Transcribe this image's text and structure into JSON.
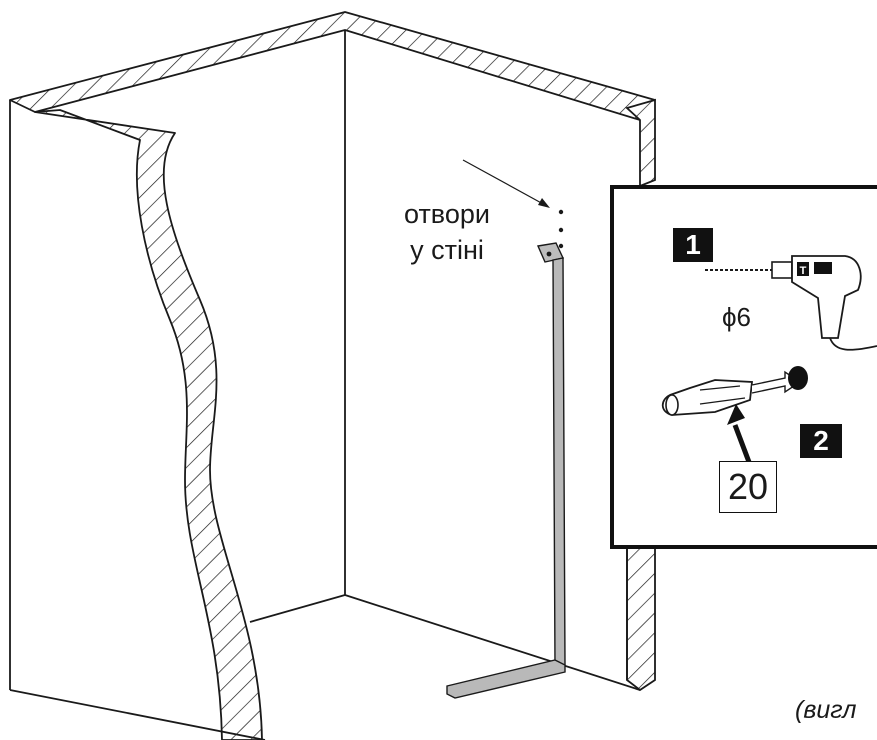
{
  "labels": {
    "holes_line1": "отвори",
    "holes_line2": "у стіні",
    "drill_diameter": "ϕ6",
    "step1": "1",
    "step2": "2",
    "part_number": "20",
    "caption": "(вигл"
  },
  "colors": {
    "line": "#1a1a1a",
    "bracket_fill": "#b9b9b9",
    "badge_bg": "#111111",
    "badge_text": "#ffffff"
  },
  "icons": [
    "drill-icon",
    "wall-plug-icon",
    "arrow-icon",
    "hatched-wall-icon"
  ]
}
